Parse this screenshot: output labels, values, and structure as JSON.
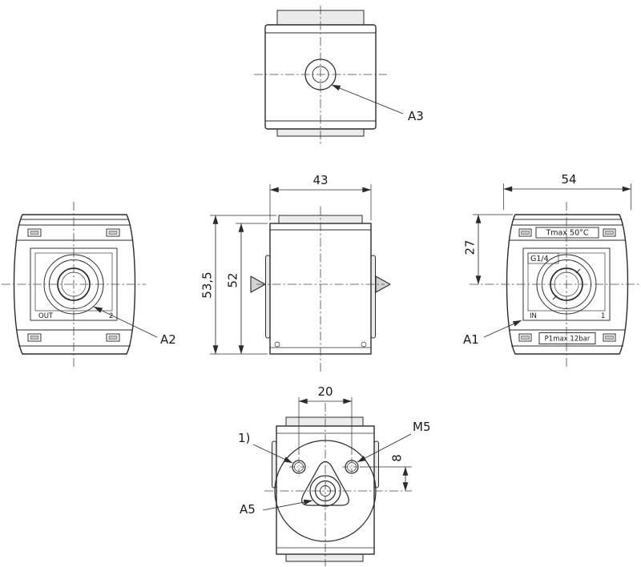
{
  "colors": {
    "line": "#2b2b2b",
    "panel_fill": "#ececec"
  },
  "views": {
    "top": {
      "callout": "A3"
    },
    "front_out": {
      "port_name": "OUT",
      "port_number": "2",
      "callout": "A2"
    },
    "side": {
      "width": "43",
      "height_total": "53,5",
      "height_body": "52"
    },
    "front_in": {
      "width": "54",
      "center_height": "27",
      "temp_plate": "Tmax 50°C",
      "thread": "G1/4",
      "port_name": "IN",
      "port_number": "1",
      "pressure_plate": "P1max 12bar",
      "callout": "A1"
    },
    "bottom": {
      "hole_spacing": "20",
      "hole_offset": "8",
      "thread": "M5",
      "footnote": "1)",
      "callout": "A5"
    }
  }
}
